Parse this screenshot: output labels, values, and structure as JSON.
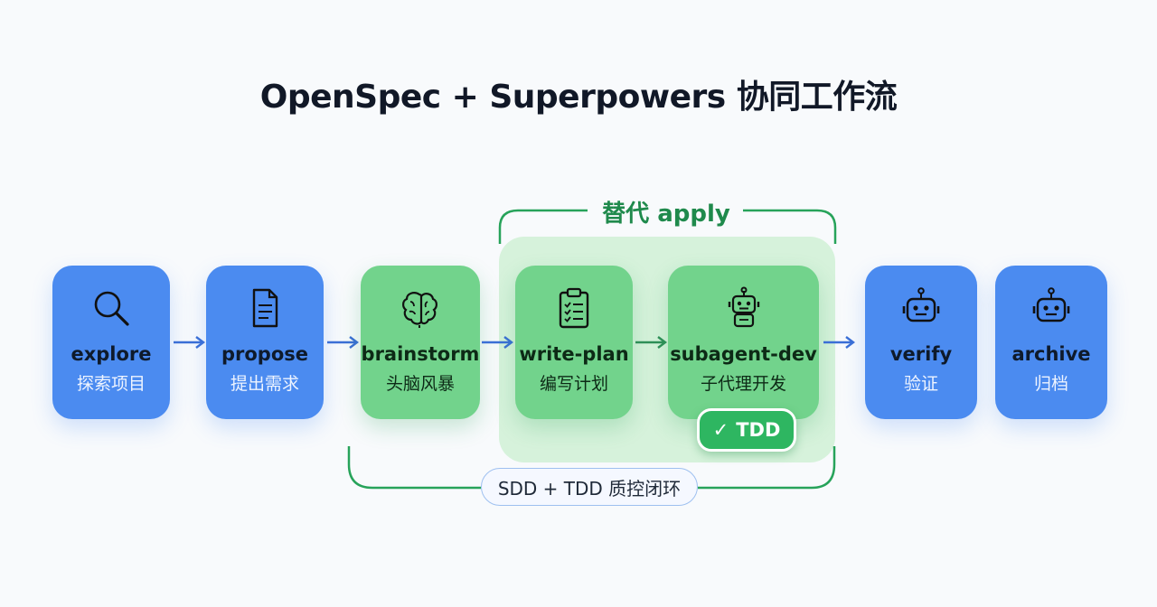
{
  "title": "OpenSpec + Superpowers 协同工作流",
  "apply_group": {
    "label": "替代 apply"
  },
  "steps": [
    {
      "name": "explore",
      "sub": "探索项目",
      "icon": "magnifier-icon",
      "color": "blue"
    },
    {
      "name": "propose",
      "sub": "提出需求",
      "icon": "document-icon",
      "color": "blue"
    },
    {
      "name": "brainstorm",
      "sub": "头脑风暴",
      "icon": "brain-icon",
      "color": "green"
    },
    {
      "name": "write-plan",
      "sub": "编写计划",
      "icon": "clipboard-checklist-icon",
      "color": "green"
    },
    {
      "name": "subagent-dev",
      "sub": "子代理开发",
      "icon": "robot-icon",
      "color": "green"
    },
    {
      "name": "verify",
      "sub": "验证",
      "icon": "robot-icon",
      "color": "blue"
    },
    {
      "name": "archive",
      "sub": "归档",
      "icon": "robot-icon",
      "color": "blue"
    }
  ],
  "tdd_badge": {
    "check": "✓",
    "label": "TDD"
  },
  "quality_loop": {
    "label": "SDD + TDD 质控闭环"
  },
  "colors": {
    "blue": "#4b8bf0",
    "green": "#72d38c",
    "accent_green": "#1f8a4c",
    "arrow": "#3b6fd6"
  }
}
